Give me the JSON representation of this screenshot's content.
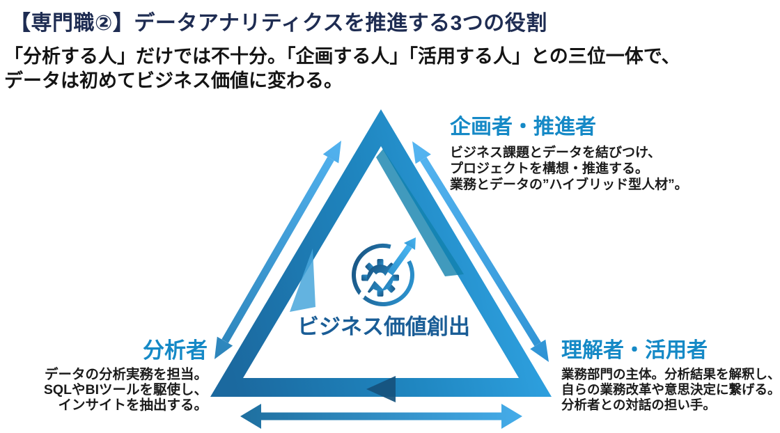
{
  "header": {
    "title": "【専門職②】データアナリティクスを推進する3つの役割",
    "subtitle_line1": "「分析する人」だけでは不十分。「企画する人」「活用する人」との三位一体で、",
    "subtitle_line2": "データは初めてビジネス価値に変わる。"
  },
  "diagram": {
    "center": {
      "icon": "gear-growth-chart-icon",
      "label": "ビジネス価値創出"
    },
    "roles": [
      {
        "id": "planner",
        "position": "top-right",
        "title": "企画者・推進者",
        "lines": [
          "ビジネス課題とデータを結びつけ、",
          "プロジェクトを構想・推進する。",
          "業務とデータの”ハイブリッド型人材”。"
        ]
      },
      {
        "id": "analyst",
        "position": "bottom-left",
        "title": "分析者",
        "lines": [
          "データの分析実務を担当。",
          "SQLやBIツールを駆使し、",
          "インサイトを抽出する。"
        ]
      },
      {
        "id": "user",
        "position": "bottom-right",
        "title": "理解者・活用者",
        "lines": [
          "業務部門の主体。分析結果を解釈し、",
          "自らの業務改革や意思決定に繋げる。",
          "分析者との対話の担い手。"
        ]
      }
    ],
    "colors": {
      "triangle_dark": "#1b699f",
      "triangle_light": "#32a7e7",
      "arrow_light": "#4fb0ee",
      "heading_blue": "#1589c6",
      "title_navy": "#1e2c52",
      "center_label_blue": "#1a5d96"
    }
  }
}
